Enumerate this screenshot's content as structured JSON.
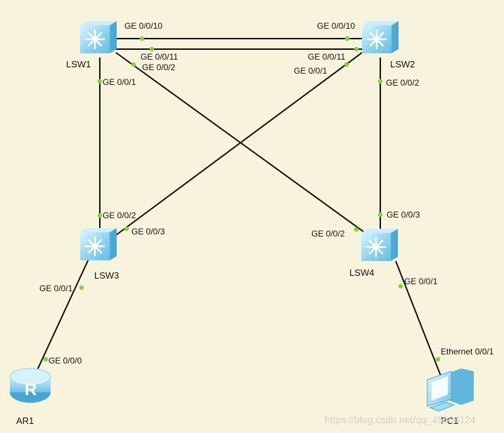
{
  "devices": {
    "lsw1": {
      "label": "LSW1",
      "icon": "switch-icon"
    },
    "lsw2": {
      "label": "LSW2",
      "icon": "switch-icon"
    },
    "lsw3": {
      "label": "LSW3",
      "icon": "switch-icon"
    },
    "lsw4": {
      "label": "LSW4",
      "icon": "switch-icon"
    },
    "ar1": {
      "label": "AR1",
      "icon": "router-icon",
      "glyph": "R"
    },
    "pc1": {
      "label": "PC1",
      "icon": "pc-icon"
    }
  },
  "ports": {
    "lsw1_ge0010": "GE 0/0/10",
    "lsw2_ge0010": "GE 0/0/10",
    "lsw1_ge0011": "GE 0/0/11",
    "lsw2_ge0011": "GE 0/0/11",
    "lsw1_ge002": "GE 0/0/2",
    "lsw1_ge001": "GE 0/0/1",
    "lsw2_ge001": "GE 0/0/1",
    "lsw2_ge002": "GE 0/0/2",
    "lsw3_ge002": "GE 0/0/2",
    "lsw3_ge003": "GE 0/0/3",
    "lsw3_ge001": "GE 0/0/1",
    "lsw4_ge003": "GE 0/0/3",
    "lsw4_ge002": "GE 0/0/2",
    "lsw4_ge001": "GE 0/0/1",
    "ar1_ge000": "GE 0/0/0",
    "pc1_eth001": "Ethernet 0/0/1"
  },
  "watermark": "https://blog.csdn.net/qq_45668124",
  "colors": {
    "background": "#f8f3dc",
    "link": "#111111",
    "port_dot": "#7fd33b",
    "device_blue": "#8fd3f0",
    "device_dark": "#5aaed4"
  }
}
